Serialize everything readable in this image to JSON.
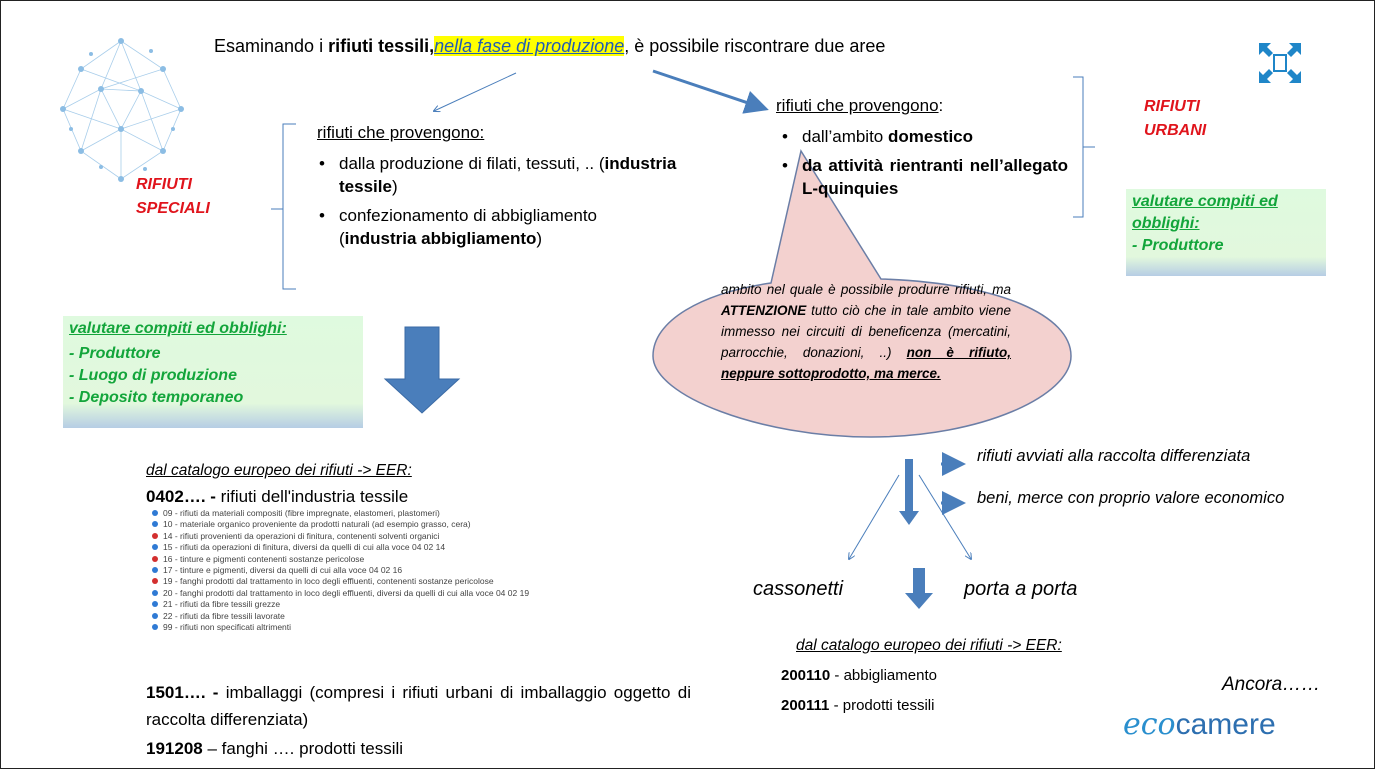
{
  "title": {
    "pre": "Esaminando i ",
    "bold": "rifiuti tessili,",
    "highlight": "nella fase di produzione",
    "post": ", è possibile riscontrare due  aree"
  },
  "labels": {
    "speciali_1": "RIFIUTI",
    "speciali_2": "SPECIALI",
    "urbani_1": "RIFIUTI",
    "urbani_2": "URBANI"
  },
  "left_block": {
    "heading": "rifiuti che provengono:",
    "b1_text": "dalla produzione di filati, tessuti, .. (",
    "b1_bold": "industria tessile",
    "b1_end": ")",
    "b2_text": "confezionamento di abbigliamento (",
    "b2_bold": "industria abbigliamento",
    "b2_end": ")"
  },
  "right_block": {
    "heading": "rifiuti che provengono",
    "heading_colon": ":",
    "b1_text": "dall’ambito ",
    "b1_bold": "domestico",
    "b2_bold": "da attività rientranti nell’allegato L-quinquies"
  },
  "green_right": {
    "l1": "valutare compiti ed",
    "l2": "obblighi:",
    "l3": "- Produttore"
  },
  "green_left": {
    "l1": "valutare compiti ed obblighi:",
    "l2": "- Produttore",
    "l3": "- Luogo di produzione",
    "l4": "- Deposito temporaneo"
  },
  "callout": {
    "t1": "ambito nel quale è possibile produrre rifiuti, ma ",
    "b1": "ATTENZIONE",
    "t2": " tutto ciò che in tale ambito viene immesso nei circuiti di beneficenza (mercatini, parrocchie, donazioni, ..) ",
    "b2": "non è rifiuto, neppure sottoprodotto, ma merce."
  },
  "catalog_left": {
    "heading": "dal catalogo europeo dei rifiuti -> EER:",
    "c1_code": "0402…. - ",
    "c1_text": "rifiuti dell'industria tessile",
    "items": [
      "09 - rifiuti da materiali compositi (fibre impregnate, elastomeri, plastomeri)",
      "10 - materiale organico proveniente da prodotti naturali (ad esempio grasso, cera)",
      "14 - rifiuti provenienti da operazioni di finitura, contenenti solventi organici",
      "15 - rifiuti da operazioni di finitura, diversi da quelli di cui alla voce 04 02 14",
      "16 - tinture e pigmenti contenenti sostanze pericolose",
      "17 - tinture e pigmenti, diversi da quelli di cui alla voce 04 02 16",
      "19 - fanghi prodotti dal trattamento in loco degli effluenti, contenenti sostanze pericolose",
      "20 - fanghi prodotti dal trattamento in loco degli effluenti, diversi da quelli di cui alla voce 04 02 19",
      "21 - rifiuti da fibre tessili grezze",
      "22 - rifiuti da fibre tessili lavorate",
      "99 - rifiuti non specificati altrimenti"
    ],
    "c2_code": "1501…. - ",
    "c2_text": "imballaggi (compresi i rifiuti urbani di imballaggio oggetto di raccolta differenziata)",
    "c3_code": "191208",
    "c3_text": " – fanghi …. prodotti tessili"
  },
  "flow": {
    "differenziata": "rifiuti avviati alla raccolta differenziata",
    "beni": "beni, merce con proprio valore economico",
    "cassonetti": "cassonetti",
    "porta": "porta a porta"
  },
  "catalog_right": {
    "heading": "dal catalogo europeo dei rifiuti -> EER:",
    "c1_code": "200110",
    "c1_text": " - abbigliamento",
    "c2_code": "200111",
    "c2_text": "  - prodotti tessili"
  },
  "footer": {
    "ancora": "Ancora……",
    "logo_eco": "eco",
    "logo_camere": "camere"
  },
  "colors": {
    "red_label": "#e0141c",
    "green_text": "#13a53b",
    "arrow_blue": "#4a7ebb",
    "callout_fill": "#f3d1cf",
    "highlight": "#ffff00"
  }
}
